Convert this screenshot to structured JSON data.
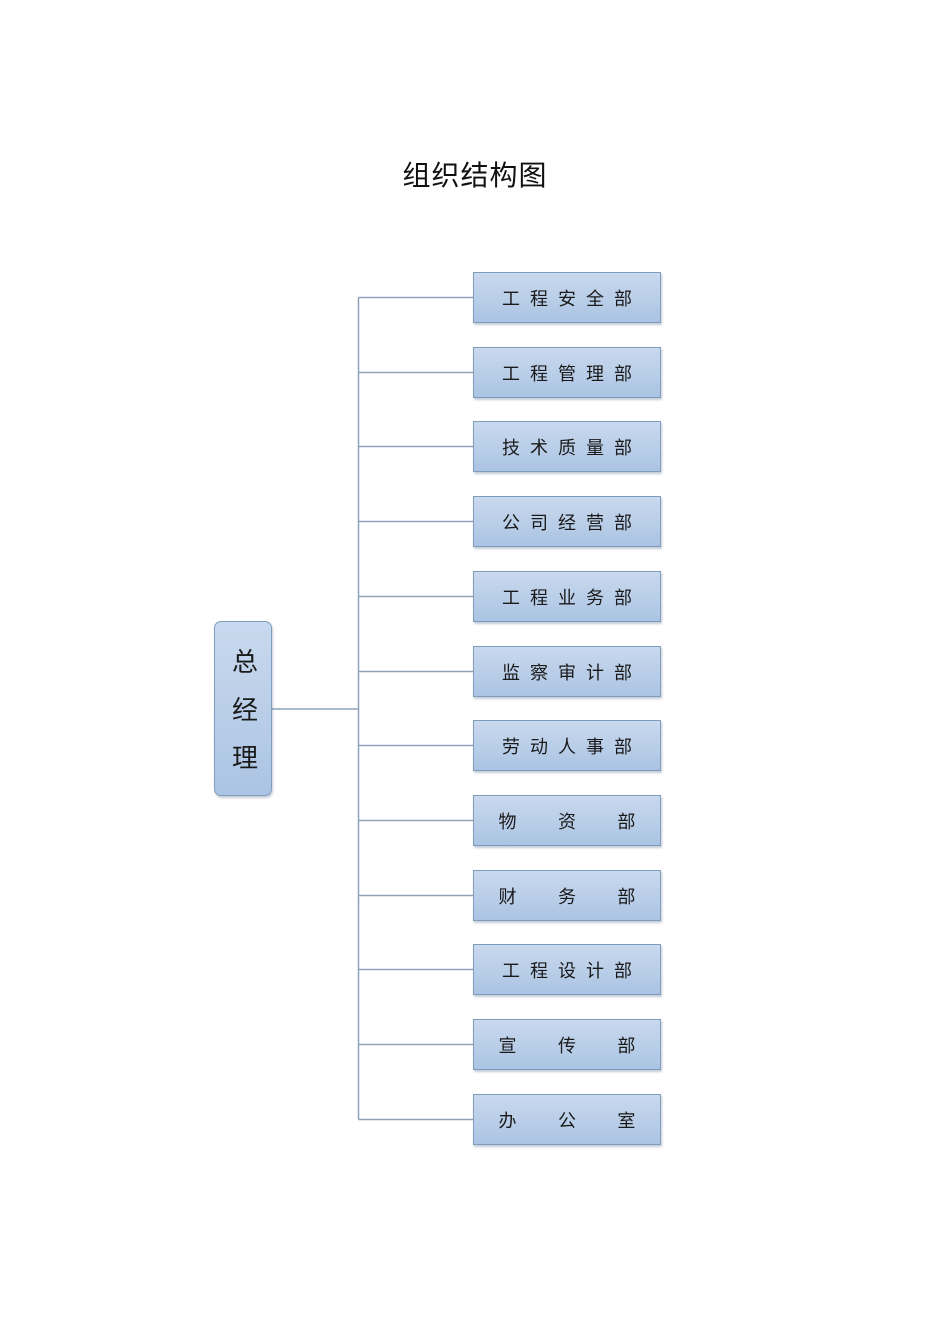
{
  "title": "组织结构图",
  "root": {
    "label": "总经理"
  },
  "departments": [
    {
      "label": "工程安全部"
    },
    {
      "label": "工程管理部"
    },
    {
      "label": "技术质量部"
    },
    {
      "label": "公司经营部"
    },
    {
      "label": "工程业务部"
    },
    {
      "label": "监察审计部"
    },
    {
      "label": "劳动人事部"
    },
    {
      "label": "物  资  部"
    },
    {
      "label": "财  务  部"
    },
    {
      "label": "工程设计部"
    },
    {
      "label": "宣  传  部"
    },
    {
      "label": "办  公  室"
    }
  ],
  "colors": {
    "box_fill": "#b9cfe9",
    "box_border": "#7f9dbd",
    "connector": "#8fa3b8"
  }
}
